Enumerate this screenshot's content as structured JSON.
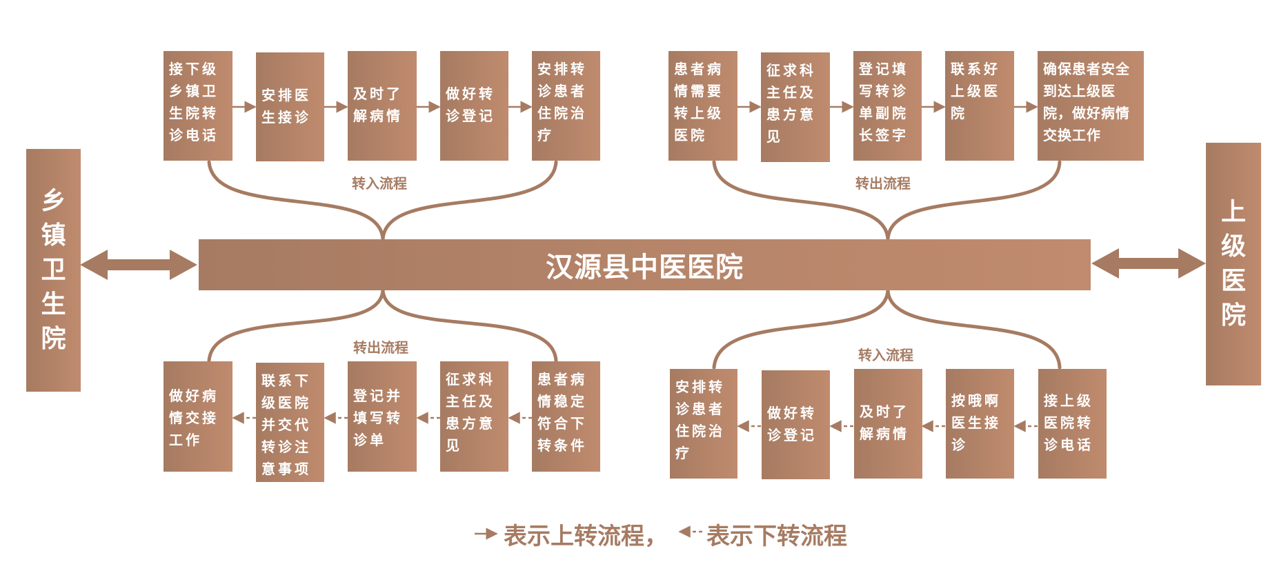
{
  "center": {
    "title": "汉源县中医医院"
  },
  "left_side": {
    "label": "乡镇卫生院"
  },
  "right_side": {
    "label": "上级医院"
  },
  "top_left": {
    "section_label": "转入流程",
    "steps": [
      "接下级乡镇卫生院转诊电话",
      "安排医生接诊",
      "及时了解病情",
      "做好转诊登记",
      "安排转诊患者住院治疗"
    ]
  },
  "top_right": {
    "section_label": "转出流程",
    "steps": [
      "患者病情需要转上级医院",
      "征求科主任及患方意见",
      "登记填写转诊单副院长签字",
      "联系好上级医院",
      "确保患者安全到达上级医院，做好病情交换工作"
    ]
  },
  "bottom_left": {
    "section_label": "转出流程",
    "steps": [
      "做好病情交接工作",
      "联系下级医院并交代转诊注意事项",
      "登记并填写转诊单",
      "征求科主任及患方意见",
      "患者病情稳定符合下转条件"
    ]
  },
  "bottom_right": {
    "section_label": "转入流程",
    "steps": [
      "安排转诊患者住院治疗",
      "做好转诊登记",
      "及时了解病情",
      "按哦啊医生接诊",
      "接上级医院转诊电话"
    ]
  },
  "legend": {
    "up_text": "表示上转流程，",
    "down_text": "表示下转流程"
  },
  "colors": {
    "primary": "#a67b62",
    "light": "#c08b6e",
    "text": "#ffffff"
  }
}
